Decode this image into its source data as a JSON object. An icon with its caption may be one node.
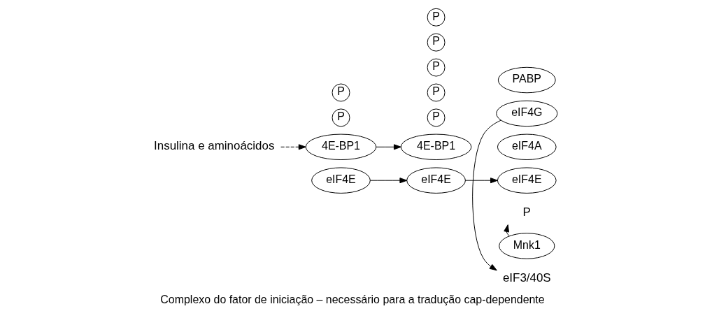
{
  "diagram": {
    "caption": "Complexo do fator de iniciação – necessário para a tradução cap-dependente",
    "nodes": [
      {
        "text": [
          "Insulina e aminoácidos"
        ]
      },
      {
        "text": [
          "P"
        ]
      },
      {
        "text": [
          "P"
        ]
      },
      {
        "text": [
          "4E-BP1"
        ]
      },
      {
        "text": [
          "eIF4E"
        ]
      },
      {
        "text": [
          "P"
        ]
      },
      {
        "text": [
          "P"
        ]
      },
      {
        "text": [
          "P"
        ]
      },
      {
        "text": [
          "P"
        ]
      },
      {
        "text": [
          "P"
        ]
      },
      {
        "text": [
          "4E-BP1"
        ]
      },
      {
        "text": [
          "eIF3/40S"
        ]
      },
      {
        "text": [
          "PABP"
        ]
      },
      {
        "text": [
          "eIF4A"
        ]
      },
      {
        "text": [
          "eIF4G"
        ]
      },
      {
        "text": [
          "eIF4E"
        ]
      },
      {
        "text": [
          "eIF4E"
        ]
      },
      {
        "text": [
          "P"
        ]
      },
      {
        "text": [
          "Mnk1"
        ]
      }
    ],
    "edges": [
      {
        "from": 0,
        "to": 3,
        "arrow": "to",
        "style": "dashed"
      },
      {
        "from": 3,
        "to": 10,
        "arrow": "to"
      },
      {
        "from": 4,
        "to": 15,
        "arrow": "to"
      },
      {
        "from": 15,
        "to": 16,
        "arrow": "to"
      },
      {
        "from": 18,
        "to": 17,
        "arrow": "to"
      },
      {
        "from": 14,
        "to": 11,
        "arrow": "to"
      }
    ]
  }
}
